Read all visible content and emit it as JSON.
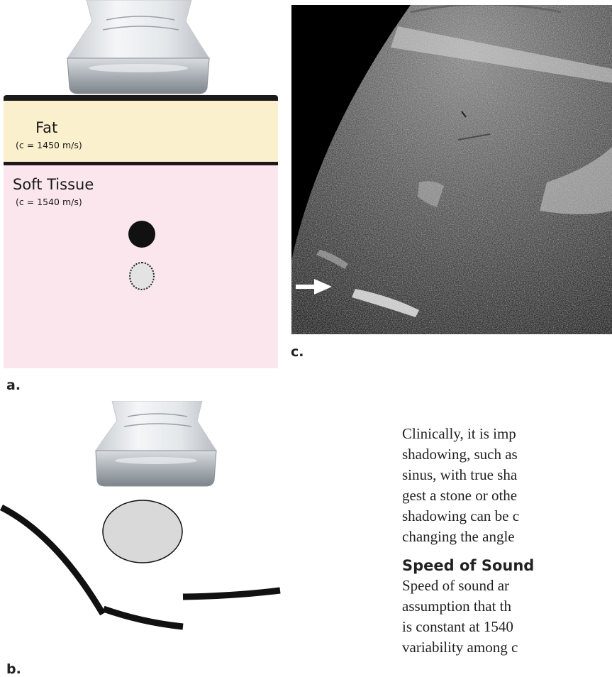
{
  "panel_a": {
    "label": "a.",
    "fat": {
      "name": "Fat",
      "speed": "(c = 1450 m/s)"
    },
    "soft_tissue": {
      "name": "Soft Tissue",
      "speed": "(c = 1540 m/s)"
    },
    "colors": {
      "fat": "#fbf0cd",
      "soft_tissue": "#fbe6ee",
      "true_object": "#111111",
      "artifact": "#e3e3e3"
    }
  },
  "panel_b": {
    "label": "b."
  },
  "panel_c": {
    "label": "c."
  },
  "text": {
    "lines": [
      "Clinically, it is imp",
      "shadowing, such as",
      "sinus, with true sha",
      "gest a stone or othe",
      "shadowing can be c",
      "changing the angle"
    ],
    "heading": "Speed of Sound",
    "lines2": [
      "Speed of sound ar",
      "assumption that th",
      "is constant at 1540",
      "variability among c"
    ]
  }
}
